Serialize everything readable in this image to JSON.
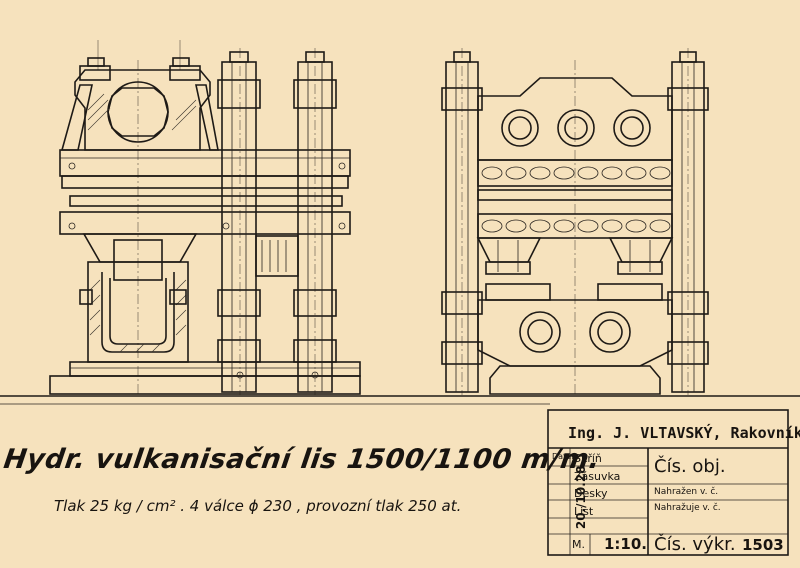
{
  "drawing": {
    "title": "Hydr. vulkanisační lis 1500/1100 m/m.",
    "specification": "Tlak 25 kg / cm² . 4 válce ϕ 230 , provozní tlak 250 at."
  },
  "title_block": {
    "company": "Ing. J. VLTAVSKÝ, Rakovník.",
    "datum_label": "Datum",
    "date": "20./10.28.",
    "rows": {
      "skrin": "Skříň",
      "zasuvka": "Zásuvka",
      "desky": "Desky",
      "list": "List"
    },
    "cis_obj_label": "Čís. obj.",
    "nahrazen_label": "Nahražen v. č.",
    "nahrazuje_label": "Nahražuje v. č.",
    "scale_label": "M.",
    "scale_value": "1:10.",
    "cis_vykr_label": "Čís. výkr.",
    "cis_vykr_value": "1503"
  },
  "colors": {
    "paper": "#f6e2bd",
    "ink": "#1e1a16"
  }
}
